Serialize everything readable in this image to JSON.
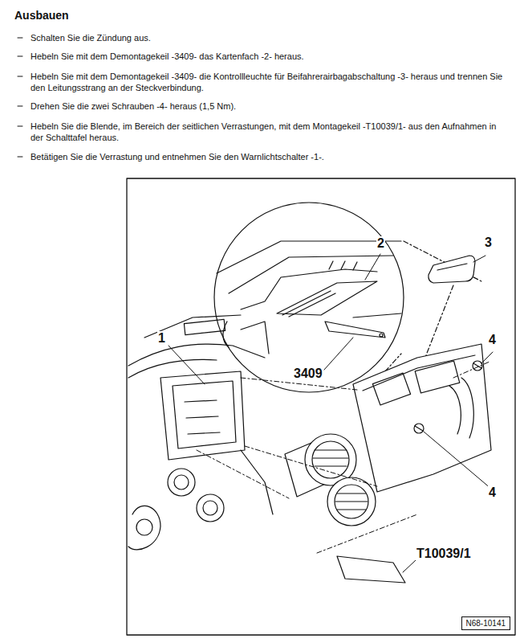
{
  "diagram": {
    "title": "Ausbauen",
    "nodes": [
      {
        "text": [
          "N68-10141"
        ]
      }
    ],
    "labels": [
      "Schalten Sie die Zündung aus.",
      "Hebeln Sie mit dem Demontagekeil -3409- das Kartenfach -2- heraus.",
      "Hebeln Sie mit dem Demontagekeil -3409- die Kontrollleuchte für Beifahrerairbagabschaltung -3- heraus und trennen Sie den Leitungsstrang an der Steckverbindung.",
      "Drehen Sie die zwei Schrauben -4- heraus (1,5 Nm).",
      "Hebeln Sie die Blende, im Bereich der seitlichen Verrastungen, mit dem Montagekeil -T10039/1- aus den Aufnahmen in der Schalttafel heraus.",
      "Betätigen Sie die Verrastung und entnehmen Sie den Warnlichtschalter -1-.",
      "2",
      "3",
      "1",
      "4",
      "3409",
      "4",
      "T10039/1"
    ]
  }
}
